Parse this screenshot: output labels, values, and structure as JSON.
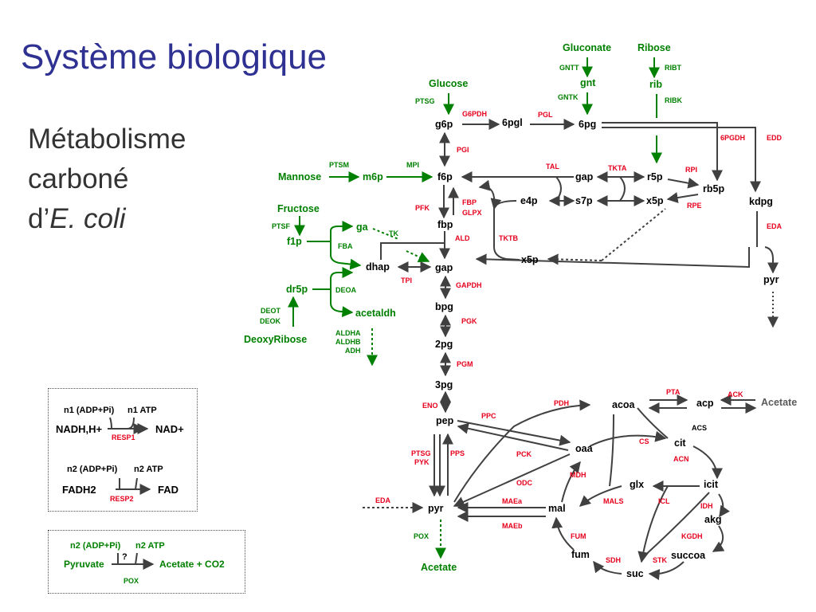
{
  "title": "Système biologique",
  "subtitle": {
    "line1": "Métabolisme",
    "line2": "carboné",
    "line3_prefix": "d’",
    "line3_italic": "E. coli"
  },
  "colors": {
    "title": "#2e3192",
    "green": "#008000",
    "red": "#e6001c",
    "black": "#000000",
    "arrow": "#404040"
  },
  "labels": [
    {
      "id": "gluconate",
      "text": "Gluconate",
      "c": "green",
      "b": 1
    },
    {
      "id": "ribose",
      "text": "Ribose",
      "c": "green",
      "b": 1
    },
    {
      "id": "gntt",
      "text": "GNTT",
      "c": "green",
      "s": 1
    },
    {
      "id": "ribt",
      "text": "RIBT",
      "c": "green",
      "s": 1
    },
    {
      "id": "gnt",
      "text": "gnt",
      "c": "green",
      "b": 1
    },
    {
      "id": "rib",
      "text": "rib",
      "c": "green",
      "b": 1
    },
    {
      "id": "glucose",
      "text": "Glucose",
      "c": "green",
      "b": 1
    },
    {
      "id": "gntk",
      "text": "GNTK",
      "c": "green",
      "s": 1
    },
    {
      "id": "ribk",
      "text": "RIBK",
      "c": "green",
      "s": 1
    },
    {
      "id": "ptsg1",
      "text": "PTSG",
      "c": "green",
      "s": 1
    },
    {
      "id": "g6pdh",
      "text": "G6PDH",
      "c": "red",
      "s": 1
    },
    {
      "id": "pgl_e",
      "text": "PGL",
      "c": "red",
      "s": 1
    },
    {
      "id": "g6p",
      "text": "g6p",
      "c": "black",
      "b": 1
    },
    {
      "id": "6pgl",
      "text": "6pgl",
      "c": "black",
      "b": 1
    },
    {
      "id": "6pg",
      "text": "6pg",
      "c": "black",
      "b": 1
    },
    {
      "id": "6pgdh",
      "text": "6PGDH",
      "c": "red",
      "s": 1
    },
    {
      "id": "edd",
      "text": "EDD",
      "c": "red",
      "s": 1
    },
    {
      "id": "pgi",
      "text": "PGI",
      "c": "red",
      "s": 1
    },
    {
      "id": "ptsm",
      "text": "PTSM",
      "c": "green",
      "s": 1
    },
    {
      "id": "mpi",
      "text": "MPI",
      "c": "green",
      "s": 1
    },
    {
      "id": "tal",
      "text": "TAL",
      "c": "red",
      "s": 1
    },
    {
      "id": "tkta1",
      "text": "TKTA",
      "c": "red",
      "s": 1
    },
    {
      "id": "rpi",
      "text": "RPI",
      "c": "red",
      "s": 1
    },
    {
      "id": "mannose",
      "text": "Mannose",
      "c": "green",
      "b": 1
    },
    {
      "id": "m6p",
      "text": "m6p",
      "c": "green",
      "b": 1
    },
    {
      "id": "f6p",
      "text": "f6p",
      "c": "black",
      "b": 1
    },
    {
      "id": "gap1",
      "text": "gap",
      "c": "black",
      "b": 1
    },
    {
      "id": "r5p",
      "text": "r5p",
      "c": "black",
      "b": 1
    },
    {
      "id": "rb5p",
      "text": "rb5p",
      "c": "black",
      "b": 1
    },
    {
      "id": "kdpg",
      "text": "kdpg",
      "c": "black",
      "b": 1
    },
    {
      "id": "fbp_e",
      "text": "FBP",
      "c": "red",
      "s": 1
    },
    {
      "id": "glpx",
      "text": "GLPX",
      "c": "red",
      "s": 1
    },
    {
      "id": "e4p",
      "text": "e4p",
      "c": "black",
      "b": 1
    },
    {
      "id": "s7p",
      "text": "s7p",
      "c": "black",
      "b": 1
    },
    {
      "id": "x5p1",
      "text": "x5p",
      "c": "black",
      "b": 1
    },
    {
      "id": "rpe",
      "text": "RPE",
      "c": "red",
      "s": 1
    },
    {
      "id": "fructose",
      "text": "Fructose",
      "c": "green",
      "b": 1
    },
    {
      "id": "pfk",
      "text": "PFK",
      "c": "red",
      "s": 1
    },
    {
      "id": "ptsf",
      "text": "PTSF",
      "c": "green",
      "s": 1
    },
    {
      "id": "ga",
      "text": "ga",
      "c": "green",
      "b": 1
    },
    {
      "id": "fbp",
      "text": "fbp",
      "c": "black",
      "b": 1
    },
    {
      "id": "eda1",
      "text": "EDA",
      "c": "red",
      "s": 1
    },
    {
      "id": "tk",
      "text": "TK",
      "c": "green",
      "s": 1
    },
    {
      "id": "f1p",
      "text": "f1p",
      "c": "green",
      "b": 1
    },
    {
      "id": "ald",
      "text": "ALD",
      "c": "red",
      "s": 1
    },
    {
      "id": "tktb",
      "text": "TKTB",
      "c": "red",
      "s": 1
    },
    {
      "id": "fba",
      "text": "FBA",
      "c": "green",
      "s": 1
    },
    {
      "id": "x5p2",
      "text": "x5p",
      "c": "black",
      "b": 1
    },
    {
      "id": "dhap",
      "text": "dhap",
      "c": "black",
      "b": 1
    },
    {
      "id": "gap2",
      "text": "gap",
      "c": "black",
      "b": 1
    },
    {
      "id": "pyr1",
      "text": "pyr",
      "c": "black",
      "b": 1
    },
    {
      "id": "tpi",
      "text": "TPI",
      "c": "red",
      "s": 1
    },
    {
      "id": "dr5p",
      "text": "dr5p",
      "c": "green",
      "b": 1
    },
    {
      "id": "deoa",
      "text": "DEOA",
      "c": "green",
      "s": 1
    },
    {
      "id": "gapdh",
      "text": "GAPDH",
      "c": "red",
      "s": 1
    },
    {
      "id": "bpg",
      "text": "bpg",
      "c": "black",
      "b": 1
    },
    {
      "id": "acetaldh",
      "text": "acetaldh",
      "c": "green",
      "b": 1
    },
    {
      "id": "deot",
      "text": "DEOT",
      "c": "green",
      "s": 1
    },
    {
      "id": "deok",
      "text": "DEOK",
      "c": "green",
      "s": 1
    },
    {
      "id": "pgk",
      "text": "PGK",
      "c": "red",
      "s": 1
    },
    {
      "id": "aldha",
      "text": "ALDHA",
      "c": "green",
      "s": 1
    },
    {
      "id": "aldhb",
      "text": "ALDHB",
      "c": "green",
      "s": 1
    },
    {
      "id": "adh",
      "text": "ADH",
      "c": "green",
      "s": 1
    },
    {
      "id": "deoxyribose",
      "text": "DeoxyRibose",
      "c": "green",
      "b": 1
    },
    {
      "id": "2pg",
      "text": "2pg",
      "c": "black",
      "b": 1
    },
    {
      "id": "pgm",
      "text": "PGM",
      "c": "red",
      "s": 1
    },
    {
      "id": "3pg",
      "text": "3pg",
      "c": "black",
      "b": 1
    },
    {
      "id": "pta",
      "text": "PTA",
      "c": "red",
      "s": 1
    },
    {
      "id": "ack",
      "text": "ACK",
      "c": "red",
      "s": 1
    },
    {
      "id": "pdh",
      "text": "PDH",
      "c": "red",
      "s": 1
    },
    {
      "id": "acoa",
      "text": "acoa",
      "c": "black",
      "b": 1
    },
    {
      "id": "acp",
      "text": "acp",
      "c": "black",
      "b": 1
    },
    {
      "id": "acetate1",
      "text": "Acetate",
      "c": "gray",
      "b": 1
    },
    {
      "id": "eno",
      "text": "ENO",
      "c": "red",
      "s": 1
    },
    {
      "id": "pep",
      "text": "pep",
      "c": "black",
      "b": 1
    },
    {
      "id": "ppc",
      "text": "PPC",
      "c": "red",
      "s": 1
    },
    {
      "id": "acs",
      "text": "ACS",
      "c": "black",
      "s": 1
    },
    {
      "id": "cs",
      "text": "CS",
      "c": "red",
      "s": 1
    },
    {
      "id": "cit",
      "text": "cit",
      "c": "black",
      "b": 1
    },
    {
      "id": "oaa",
      "text": "oaa",
      "c": "black",
      "b": 1
    },
    {
      "id": "ptsg2",
      "text": "PTSG",
      "c": "red",
      "s": 1
    },
    {
      "id": "pyk",
      "text": "PYK",
      "c": "red",
      "s": 1
    },
    {
      "id": "pps",
      "text": "PPS",
      "c": "red",
      "s": 1
    },
    {
      "id": "pck",
      "text": "PCK",
      "c": "red",
      "s": 1
    },
    {
      "id": "acn",
      "text": "ACN",
      "c": "red",
      "s": 1
    },
    {
      "id": "mdh",
      "text": "MDH",
      "c": "red",
      "s": 1
    },
    {
      "id": "odc",
      "text": "ODC",
      "c": "red",
      "s": 1
    },
    {
      "id": "glx",
      "text": "glx",
      "c": "black",
      "b": 1
    },
    {
      "id": "icit",
      "text": "icit",
      "c": "black",
      "b": 1
    },
    {
      "id": "eda2",
      "text": "EDA",
      "c": "red",
      "s": 1
    },
    {
      "id": "maea",
      "text": "MAEa",
      "c": "red",
      "s": 1
    },
    {
      "id": "mals",
      "text": "MALS",
      "c": "red",
      "s": 1
    },
    {
      "id": "icl",
      "text": "ICL",
      "c": "red",
      "s": 1
    },
    {
      "id": "idh",
      "text": "IDH",
      "c": "red",
      "s": 1
    },
    {
      "id": "pyr2",
      "text": "pyr",
      "c": "black",
      "b": 1
    },
    {
      "id": "mal",
      "text": "mal",
      "c": "black",
      "b": 1
    },
    {
      "id": "akg",
      "text": "akg",
      "c": "black",
      "b": 1
    },
    {
      "id": "maeb",
      "text": "MAEb",
      "c": "red",
      "s": 1
    },
    {
      "id": "pox1",
      "text": "POX",
      "c": "green",
      "s": 1
    },
    {
      "id": "fum_e",
      "text": "FUM",
      "c": "red",
      "s": 1
    },
    {
      "id": "kgdh",
      "text": "KGDH",
      "c": "red",
      "s": 1
    },
    {
      "id": "fum",
      "text": "fum",
      "c": "black",
      "b": 1
    },
    {
      "id": "succoa",
      "text": "succoa",
      "c": "black",
      "b": 1
    },
    {
      "id": "sdh",
      "text": "SDH",
      "c": "red",
      "s": 1
    },
    {
      "id": "stk",
      "text": "STK",
      "c": "red",
      "s": 1
    },
    {
      "id": "acetate2",
      "text": "Acetate",
      "c": "green",
      "b": 1
    },
    {
      "id": "suc",
      "text": "suc",
      "c": "black",
      "b": 1
    }
  ],
  "legend": {
    "box1": {
      "in": "n1 (ADP+Pi)",
      "out": "n1 ATP",
      "left": "NADH,H+",
      "right": "NAD+",
      "enzyme": "RESP1"
    },
    "box2": {
      "in": "n2 (ADP+Pi)",
      "out": "n2 ATP",
      "left": "FADH2",
      "right": "FAD",
      "enzyme": "RESP2"
    },
    "box3": {
      "in": "n2 (ADP+Pi)",
      "out": "n2 ATP",
      "q": "?",
      "left": "Pyruvate",
      "right": "Acetate + CO2",
      "enzyme": "POX"
    }
  }
}
